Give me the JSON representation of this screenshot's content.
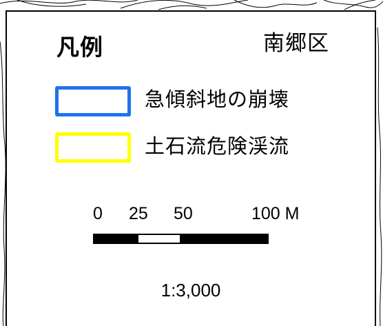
{
  "legend": {
    "title": "凡例",
    "district": "南郷区",
    "items": [
      {
        "label": "急傾斜地の崩壊",
        "color": "#1f72ec",
        "icon": "blue-outline-swatch"
      },
      {
        "label": "土石流危険渓流",
        "color": "#ffff00",
        "icon": "yellow-outline-swatch"
      }
    ]
  },
  "scale": {
    "ticks": [
      "0",
      "25",
      "50",
      "100 M"
    ],
    "ratio": "1:3,000"
  }
}
